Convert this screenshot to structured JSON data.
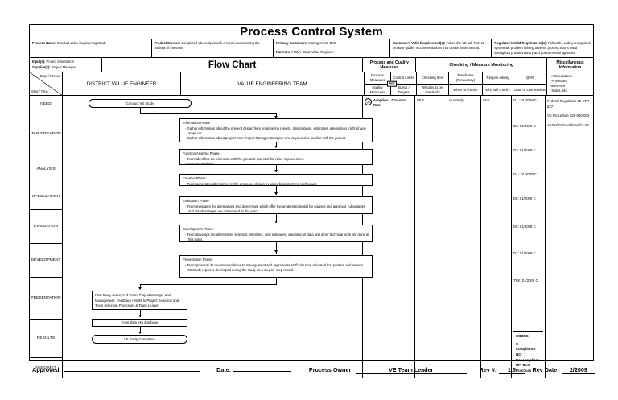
{
  "document": {
    "title": "Process Control System",
    "flow_chart_title": "Flow Chart"
  },
  "info_row": [
    {
      "label": "Process Name:",
      "value": "Conduct Value Engineering Study"
    },
    {
      "label": "Product/Service:",
      "value": "Completed VE Analysis with a report documenting the findings of the team"
    },
    {
      "label": "Primary Customers:",
      "value": "Management, DVE",
      "sub_label": "Partners:",
      "sub_value": "FHWA, State Value Engineer"
    },
    {
      "label": "Customer's Valid Requirement(s):",
      "value": "Follow the VE Job Plan to produce quality recommendations that can be implemented."
    },
    {
      "label": "Regulator's Valid Requirement(s):",
      "value": "Follow the widely recognized systematic problem solving analysis process that is used throughout private industry and governmental agencies."
    }
  ],
  "inputs_block": {
    "input_label": "Input(s):",
    "input_value": "Project Information",
    "supplier_label": "Supplier(s):",
    "supplier_value": "Project Manager"
  },
  "group_headers": {
    "process_quality": "Process and Quality Measures",
    "checking": "Checking / Measure Monitoring",
    "misc": "Miscellaneous Information"
  },
  "corner": {
    "dept_person": "Dept / Person",
    "step_time": "Step / Time"
  },
  "lane_headers": {
    "dve": "DISTRICT VALUE ENGINEER",
    "vet": "VALUE ENGINEERING TEAM"
  },
  "sub_headers": [
    {
      "top": "Process Measures",
      "bottom": "Quality Measures",
      "and_badge": "And"
    },
    {
      "top": "Control Limits",
      "bottom": "Specs / Targets"
    },
    {
      "top": "Checking Item",
      "bottom": "What is to be checked?"
    },
    {
      "top": "Timeframe (Frequency)",
      "bottom": "When to check?"
    },
    {
      "top": "Respon-sibility",
      "bottom": "Who will check?"
    },
    {
      "top": "QAR",
      "bottom": "Date of Last Review"
    }
  ],
  "misc_header_list": [
    "-   Abbreviations",
    "-   Procedure",
    "     Reference",
    "-   Notes, etc."
  ],
  "steps": [
    {
      "label": "NEED",
      "height": 22
    },
    {
      "label": "INVESTIGATION",
      "height": 52
    },
    {
      "label": "ANALYSIS",
      "height": 36
    },
    {
      "label": "SPECULATION",
      "height": 32
    },
    {
      "label": "EVALUATION",
      "height": 42
    },
    {
      "label": "DEVELOPMENT",
      "height": 42
    },
    {
      "label": "PRESENTATION",
      "height": 52
    },
    {
      "label": "RESULTS",
      "height": 48
    },
    {
      "label": "NEED MET",
      "height": 25
    }
  ],
  "flow_nodes": [
    {
      "id": "conduct",
      "type": "terminator",
      "text": "Conduct VE Study"
    },
    {
      "id": "information",
      "type": "process",
      "heading": "Information Phase",
      "bullets": [
        "- Gather information about the present design from engineering reports, design plans, estimates, alternatives, right of way maps etc.",
        "- Gather information about project from Project Manager, Designer and anyone else familiar with the project."
      ]
    },
    {
      "id": "function",
      "type": "process",
      "heading": "Function Analysis Phase:",
      "bullets": [
        "- Team identifies the elements with the greatest potential for value improvement.",
        "- Function Analysis"
      ]
    },
    {
      "id": "creative",
      "type": "process",
      "heading": "Creative Phase:",
      "bullets": [
        "- Team generates alternatives to the proposed design by using brainstorming techniques"
      ]
    },
    {
      "id": "evaluation",
      "type": "process",
      "heading": "Evaluation Phase:",
      "bullets": [
        "- Team evaluates the alternatives and determines which offer the greatest potential for savings and approval.  Advantages and disadvantages are considered at this point."
      ]
    },
    {
      "id": "development",
      "type": "process",
      "heading": "Development Phase:",
      "bullets": [
        "- Team develops the alternatives selected. Sketches, cost estimates, validation of data and other technical work are done at this point."
      ]
    },
    {
      "id": "presentation",
      "type": "process",
      "heading": "Presentation Phase:",
      "bullets": [
        "- Team presents its recommendations to management and appropriate staff with time allocated for question and answer.",
        "- VE Study report is developed during the study as a step-by-step record."
      ]
    },
    {
      "id": "poststudy",
      "type": "process",
      "text": "Post Study Surveys of Team, Project Manager and Management. Feedback results to Project Selection and Team Selection Processes & Team Leader."
    },
    {
      "id": "enterdata",
      "type": "process",
      "text": "Enter data into database"
    },
    {
      "id": "completed",
      "type": "terminator",
      "text": "VE Study Completed"
    }
  ],
  "measure_row": {
    "metric_badge": "QH",
    "metric_name": "Adoption Rate",
    "control_limits": "40%-60%",
    "checking_item": "VER",
    "timeframe": "Quarterly",
    "responsibility": "SVE"
  },
  "qar_entries": [
    "D1 : 01/2009 C",
    "D2: 01/2009 C",
    "D3: 01/2009 C",
    "D4 : 01/2009 C",
    "D5: 01/2009 C",
    "D6: 01/2009 C",
    "D7: 01/2009 C",
    "TPK: 01/2009 C"
  ],
  "misc_entries": [
    "Federal Regulation 23 CFR 627",
    "VE Procedure 625-030-002",
    "AASHTO Guidelines for VE"
  ],
  "codes": {
    "heading": "CODES:",
    "lines": [
      "C - Compliance",
      "NC- Noncompliant",
      "BP- Best Practices"
    ]
  },
  "footer": {
    "approved_label": "Approved:",
    "approved_value": "",
    "date_label": "Date:",
    "date_value": "",
    "owner_label": "Process Owner:",
    "owner_value": "VE Team Leader",
    "rev_label": "Rev #:",
    "rev_value": "1.5",
    "revdate_label": "Rev Date:",
    "revdate_value": "2/2009"
  }
}
